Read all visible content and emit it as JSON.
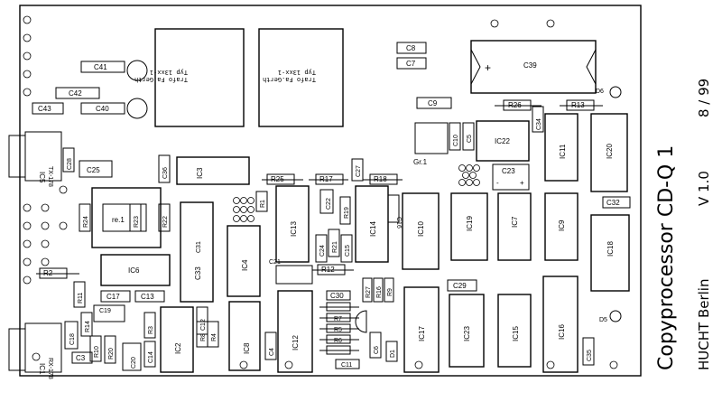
{
  "board": {
    "title": "Copyprocessor CD-Q 1",
    "maker": "HUCHT Berlin",
    "version": "V 1.0",
    "date": "8 / 99"
  },
  "transformers": [
    {
      "line1": "Trafo Fa.Gerth",
      "line2": "Typ 13xx-1"
    },
    {
      "line1": "Trafo Fa.Gerth",
      "line2": "Typ 13xx-1"
    }
  ],
  "connectors": {
    "tx": "TX-178",
    "rx": "RX-178"
  },
  "labels": {
    "c41": "C41",
    "c42": "C42",
    "c43": "C43",
    "c40": "C40",
    "c8": "C8",
    "c7": "C7",
    "c39": "C39",
    "d6": "D6",
    "c9": "C9",
    "r26": "R26",
    "r13": "R13",
    "c34": "C34",
    "c10": "C10",
    "c5": "C5",
    "ic22": "IC22",
    "ic11": "IC11",
    "ic20": "IC20",
    "gr1": "Gr.1",
    "c23": "C23",
    "c28": "C28",
    "c25": "C25",
    "ic5": "IC5",
    "c36": "C36",
    "ic3": "IC3",
    "c27": "C27",
    "r25": "R25",
    "r17": "R17",
    "r18": "R18",
    "c22": "C22",
    "r19": "R19",
    "c32": "C32",
    "r24": "R24",
    "re1": "re.1",
    "r23": "R23",
    "r22": "R22",
    "c33": "C33",
    "r1": "R1",
    "c31": "C31",
    "ic13": "IC13",
    "ic14": "IC14",
    "c24": "C24",
    "r21": "R21",
    "c15": "C15",
    "ic10": "IC10",
    "ic19": "IC19",
    "ic7": "IC7",
    "ic9": "IC9",
    "ic18": "IC18",
    "r2": "R2",
    "ic6": "IC6",
    "ic4": "IC4",
    "c21": "C21",
    "r12": "R12",
    "r11": "R11",
    "c17": "C17",
    "c13": "C13",
    "c19": "C19",
    "c30": "C30",
    "r27": "R27",
    "r16": "R16",
    "r9": "R9",
    "c29": "C29",
    "d5": "D5",
    "c18": "C18",
    "ic1": "IC1",
    "r14": "R14",
    "r10": "R10",
    "r20": "R20",
    "r3": "R3",
    "ic2": "IC2",
    "c12": "C12",
    "c20": "C20",
    "c14": "C14",
    "c3": "C3",
    "r8": "R8",
    "r4": "R4",
    "ic8": "IC8",
    "c4": "C4",
    "ic12": "IC12",
    "r5": "R5",
    "r6": "R6",
    "r7": "R7",
    "c11": "C11",
    "c6": "C6",
    "d1": "D1",
    "ic17": "IC17",
    "ic23": "IC23",
    "ic15": "IC15",
    "ic16": "IC16",
    "c35": "C35",
    "c16": "C16"
  }
}
